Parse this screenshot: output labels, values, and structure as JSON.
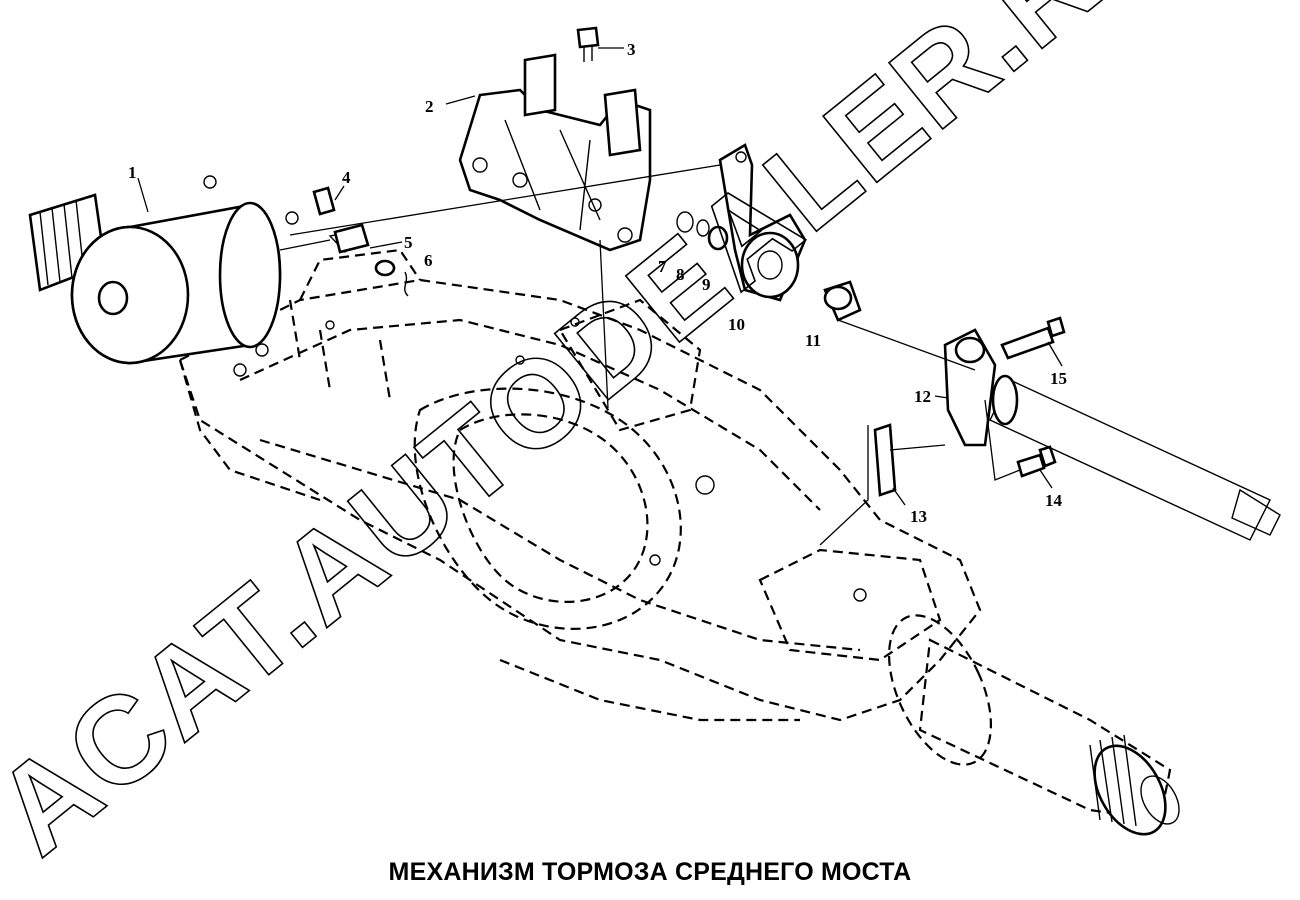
{
  "caption": "МЕХАНИЗМ ТОРМОЗА СРЕДНЕГО МОСТА",
  "watermark": "ACAT.AUTODEALER.RU",
  "callouts": [
    "1",
    "2",
    "3",
    "4",
    "5",
    "6",
    "7",
    "8",
    "9",
    "10",
    "11",
    "12",
    "13",
    "14",
    "15"
  ]
}
